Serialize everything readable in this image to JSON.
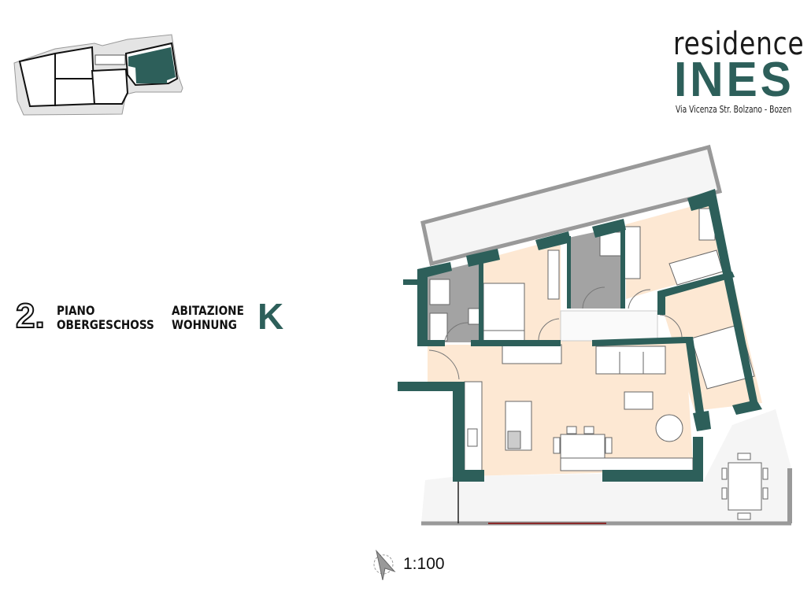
{
  "logo": {
    "line1": "residence",
    "line2": "INES",
    "address": "Via Vicenza Str.  Bolzano - Bozen"
  },
  "floor": {
    "number": "2.",
    "label_it": "PIANO",
    "label_de": "OBERGESCHOSS"
  },
  "unit": {
    "label_it": "ABITAZIONE",
    "label_de": "WOHNUNG",
    "letter": "K"
  },
  "scale": "1:100",
  "colors": {
    "wall": "#2d5f5a",
    "floor": "#fde8d3",
    "bath": "#a3a3a3",
    "terrace": "#f4f4f4"
  }
}
